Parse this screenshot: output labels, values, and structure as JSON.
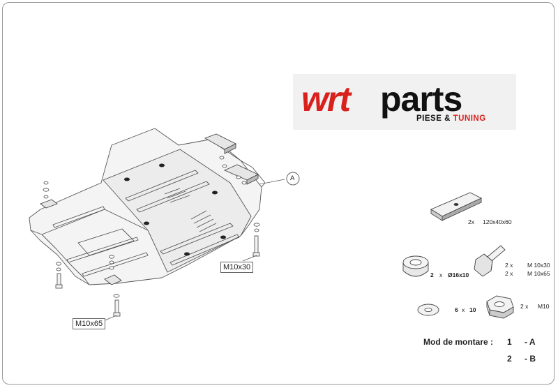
{
  "logo": {
    "brand_red": "wrt",
    "brand_black": "parts",
    "tagline_black": "PIESE &",
    "tagline_red": "TUNING",
    "accent_color": "#d8201c"
  },
  "callout": {
    "marker": "A"
  },
  "bolt_labels": {
    "bolt_a": "M10x30",
    "bolt_b": "M10x65"
  },
  "parts_list": {
    "plate": {
      "qty": "2x",
      "size": "120x40x60"
    },
    "spacer": {
      "qty": "2",
      "x": "x",
      "size": "Ø16x10"
    },
    "bolts": [
      {
        "qty": "2 x",
        "size": "M 10x30"
      },
      {
        "qty": "2 x",
        "size": "M 10x65"
      }
    ],
    "washer": {
      "qty": "6",
      "x": "x",
      "size": "10"
    },
    "nut": {
      "qty": "2 x",
      "size": "M10"
    }
  },
  "mounting": {
    "label": "Mod de montare :",
    "options": [
      {
        "number": "1",
        "code": "- A"
      },
      {
        "number": "2",
        "code": "- B"
      }
    ]
  }
}
